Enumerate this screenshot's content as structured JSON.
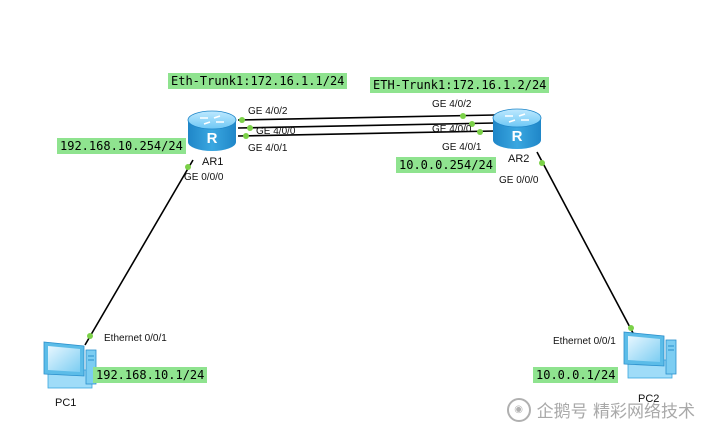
{
  "devices": {
    "ar1": {
      "name": "AR1",
      "icon": "router-icon"
    },
    "ar2": {
      "name": "AR2",
      "icon": "router-icon"
    },
    "pc1": {
      "name": "PC1",
      "icon": "pc-icon"
    },
    "pc2": {
      "name": "PC2",
      "icon": "pc-icon"
    }
  },
  "notes": {
    "trunk_ar1": "Eth-Trunk1:172.16.1.1/24",
    "trunk_ar2": "ETH-Trunk1:172.16.1.2/24",
    "ar1_lan": "192.168.10.254/24",
    "ar2_lan": "10.0.0.254/24",
    "pc1_ip": "192.168.10.1/24",
    "pc2_ip": "10.0.0.1/24"
  },
  "ports": {
    "ar1_ge402": "GE 4/0/2",
    "ar1_ge400": "GE 4/0/0",
    "ar1_ge401": "GE 4/0/1",
    "ar1_ge000": "GE 0/0/0",
    "ar2_ge402": "GE 4/0/2",
    "ar2_ge400": "GE 4/0/0",
    "ar2_ge401": "GE 4/0/1",
    "ar2_ge000": "GE 0/0/0",
    "pc1_eth": "Ethernet 0/0/1",
    "pc2_eth": "Ethernet 0/0/1"
  },
  "watermark": "企鹅号 精彩网络技术",
  "colors": {
    "note_bg": "#8fe38f",
    "router_body": "#3aa7e0",
    "port_dot": "#7bd148",
    "link": "#000000"
  }
}
